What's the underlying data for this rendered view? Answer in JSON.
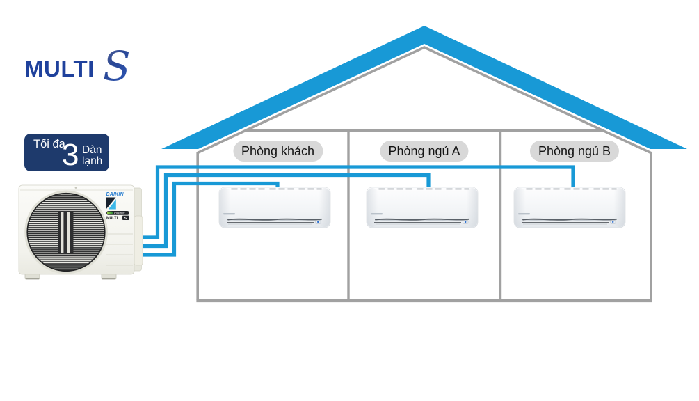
{
  "logo": {
    "text": "MULTI",
    "s": "S"
  },
  "capacity_badge": {
    "prefix": "Tối đa",
    "count": "3",
    "unit_line1": "Dàn",
    "unit_line2": "lạnh"
  },
  "rooms": [
    {
      "label": "Phòng khách"
    },
    {
      "label": "Phòng ngủ A"
    },
    {
      "label": "Phòng ngủ B"
    }
  ],
  "outdoor_unit": {
    "brand": "DAIKIN",
    "inverter_label": "Inverter",
    "series_label": "MULTI",
    "series_box": "S"
  },
  "colors": {
    "pipe_blue": "#1899d6",
    "roof_blue": "#1899d6",
    "structure_gray": "#a1a1a1",
    "badge_navy": "#1e3a6c",
    "logo_blue": "#1f419c",
    "pill_gray": "#d8d8d8"
  }
}
